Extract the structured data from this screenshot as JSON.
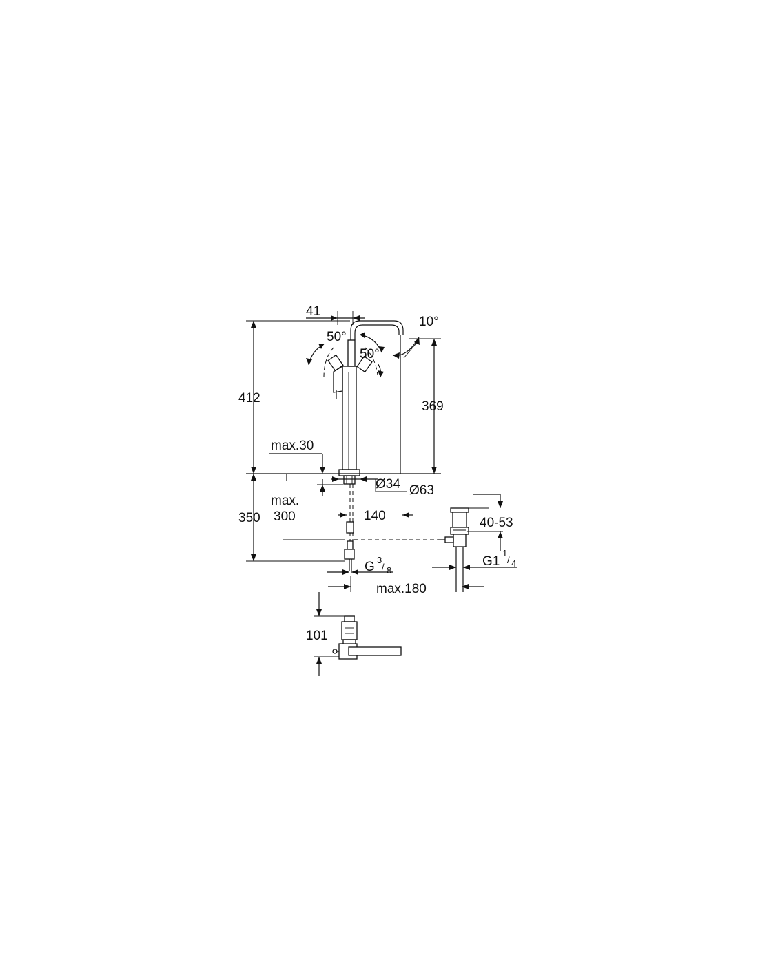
{
  "dimensions": {
    "spout_offset": "41",
    "angle_spout": "10°",
    "angle_left": "50°",
    "angle_right": "50°",
    "total_height": "412",
    "spout_height": "369",
    "max_30": "max.30",
    "dia_34": "Ø34",
    "dia_63": "Ø63",
    "max_label": "max.",
    "max_300": "300",
    "height_below": "350",
    "projection": "140",
    "waste_range": "40-53",
    "thread_hose": "G",
    "thread_hose_num": "3",
    "thread_hose_den": "8",
    "thread_waste": "G1",
    "thread_waste_num": "1",
    "thread_waste_den": "4",
    "max_180": "max.180",
    "handle_height": "101"
  },
  "colors": {
    "line": "#111111",
    "background": "#ffffff"
  }
}
